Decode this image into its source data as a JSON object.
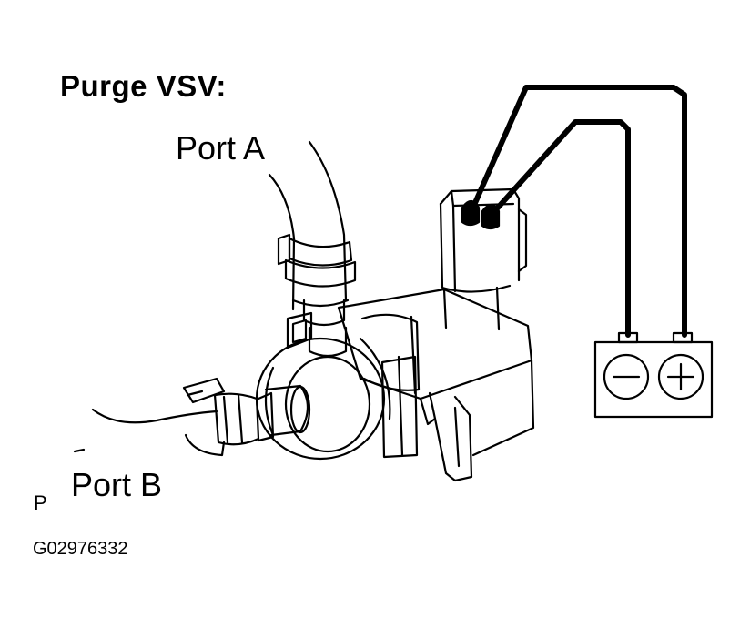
{
  "title": "Purge VSV:",
  "port_a_label": "Port A",
  "port_b_label": "Port B",
  "corner_mark": "P",
  "figure_code": "G02976332",
  "battery": {
    "negative_symbol": "−",
    "positive_symbol": "+"
  },
  "colors": {
    "line": "#000000",
    "background": "#ffffff"
  }
}
